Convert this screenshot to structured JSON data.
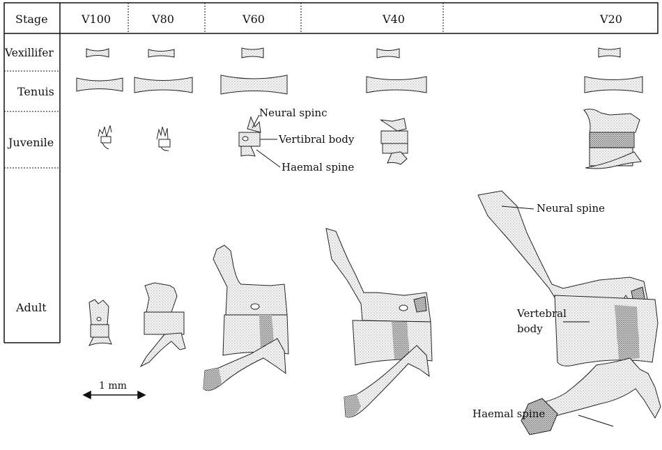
{
  "table": {
    "corner": "Stage",
    "columns": [
      "V100",
      "V80",
      "V60",
      "V40",
      "V20"
    ],
    "rows": [
      "Vexillifer",
      "Tenuis",
      "Juvenile",
      "Adult"
    ]
  },
  "annotations": {
    "juvenile_neural": "Neural spinc",
    "juvenile_body": "Vertibral body",
    "juvenile_haemal": "Haemal spine",
    "adult_neural": "Neural spine",
    "adult_body_line1": "Vertebral",
    "adult_body_line2": "body",
    "adult_haemal": "Haemal spine"
  },
  "scale_bar": {
    "label": "1 mm"
  },
  "colors": {
    "ink": "#111111",
    "stipple": "#555555",
    "fill": "#f2f2f2"
  }
}
